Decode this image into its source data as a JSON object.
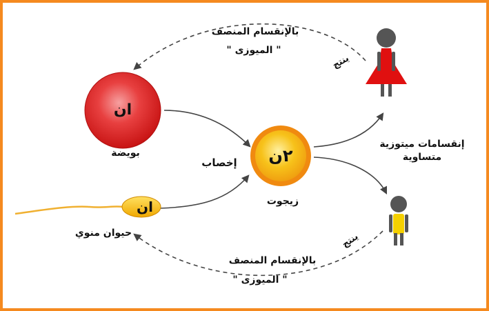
{
  "colors": {
    "frame": "#f58a1f",
    "egg": "#e02020",
    "zygote_ring": "#f08a10",
    "zygote_core": "#f7c21a",
    "sperm_head": "#f5b800",
    "female_dress": "#e01010",
    "male_body": "#f5d000",
    "figure_gray": "#555555"
  },
  "labels": {
    "egg_chromosomes": "ان",
    "egg_name": "بويضة",
    "zygote_chromosomes": "٢ن",
    "zygote_name": "زيجوت",
    "sperm_chromosomes": "ان",
    "sperm_name": "حيوان منوي",
    "fertilization": "إخصاب",
    "mitosis_line1": "إنقسامات ميتوزية",
    "mitosis_line2": "متساوية",
    "produces_top": "ينتج",
    "produces_bottom": "ينتج",
    "meiosis_top_line1": "بالإنقسام المنصف",
    "meiosis_top_line2": "\" الميوزى \"",
    "meiosis_bottom_line1": "بالإنقسام المنصف",
    "meiosis_bottom_line2": "\" الميوزى \""
  },
  "icons": {
    "female": "female-figure-icon",
    "male": "male-figure-icon",
    "sperm": "sperm-icon"
  }
}
